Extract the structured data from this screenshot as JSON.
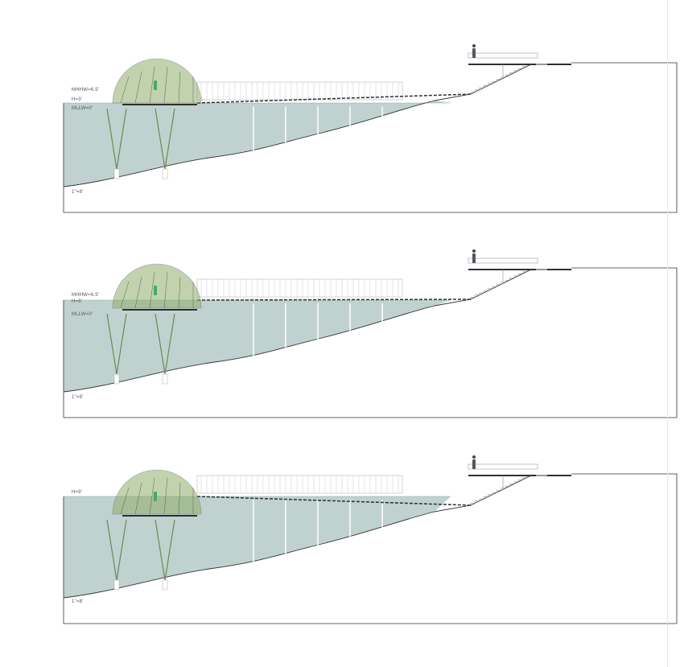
{
  "colors": {
    "water": "#b9cdca",
    "line": "#333333",
    "dome_foliage": "#8fae6a",
    "deck": "#2f2f2f"
  },
  "panels": [
    {
      "labels": [
        "MHHW=6.5'",
        "H=3'",
        "MLLW=0'"
      ],
      "scale": "1\"=8'",
      "water_level_label": "H=3'"
    },
    {
      "labels": [
        "MHHW=6.5'",
        "H=6'",
        "MLLW=0'"
      ],
      "scale": "1\"=8'",
      "water_level_label": "H=6'"
    },
    {
      "labels": [
        "H=9'"
      ],
      "scale": "1\"=8'",
      "water_level_label": "H=9'"
    }
  ]
}
